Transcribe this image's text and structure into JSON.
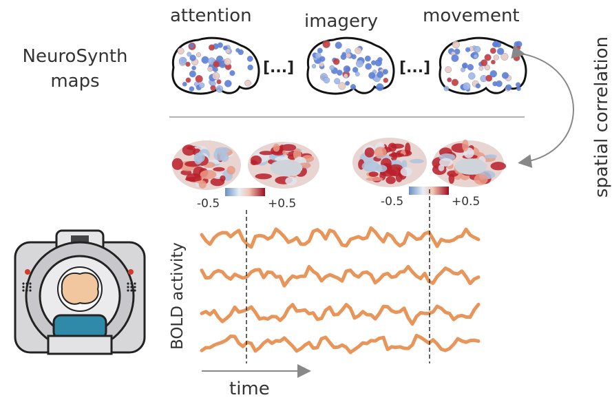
{
  "maps_label": "NeuroSynth\nmaps",
  "maps_label_line1": "NeuroSynth",
  "maps_label_line2": "maps",
  "terms": [
    "attention",
    "imagery",
    "movement"
  ],
  "ellipsis": "[...]",
  "side_label": "spatial correlation",
  "y_label": "BOLD activity",
  "x_label": "time",
  "colorbars": [
    {
      "min_label": "-0.5",
      "max_label": "+0.5"
    },
    {
      "min_label": "-0.5",
      "max_label": "+0.5"
    }
  ],
  "colors": {
    "signal": "#E8955A",
    "positive": "#B2182B",
    "negative": "#4A6FD0",
    "arrow": "#888888",
    "scanner_bore": "#2E8AA8"
  }
}
